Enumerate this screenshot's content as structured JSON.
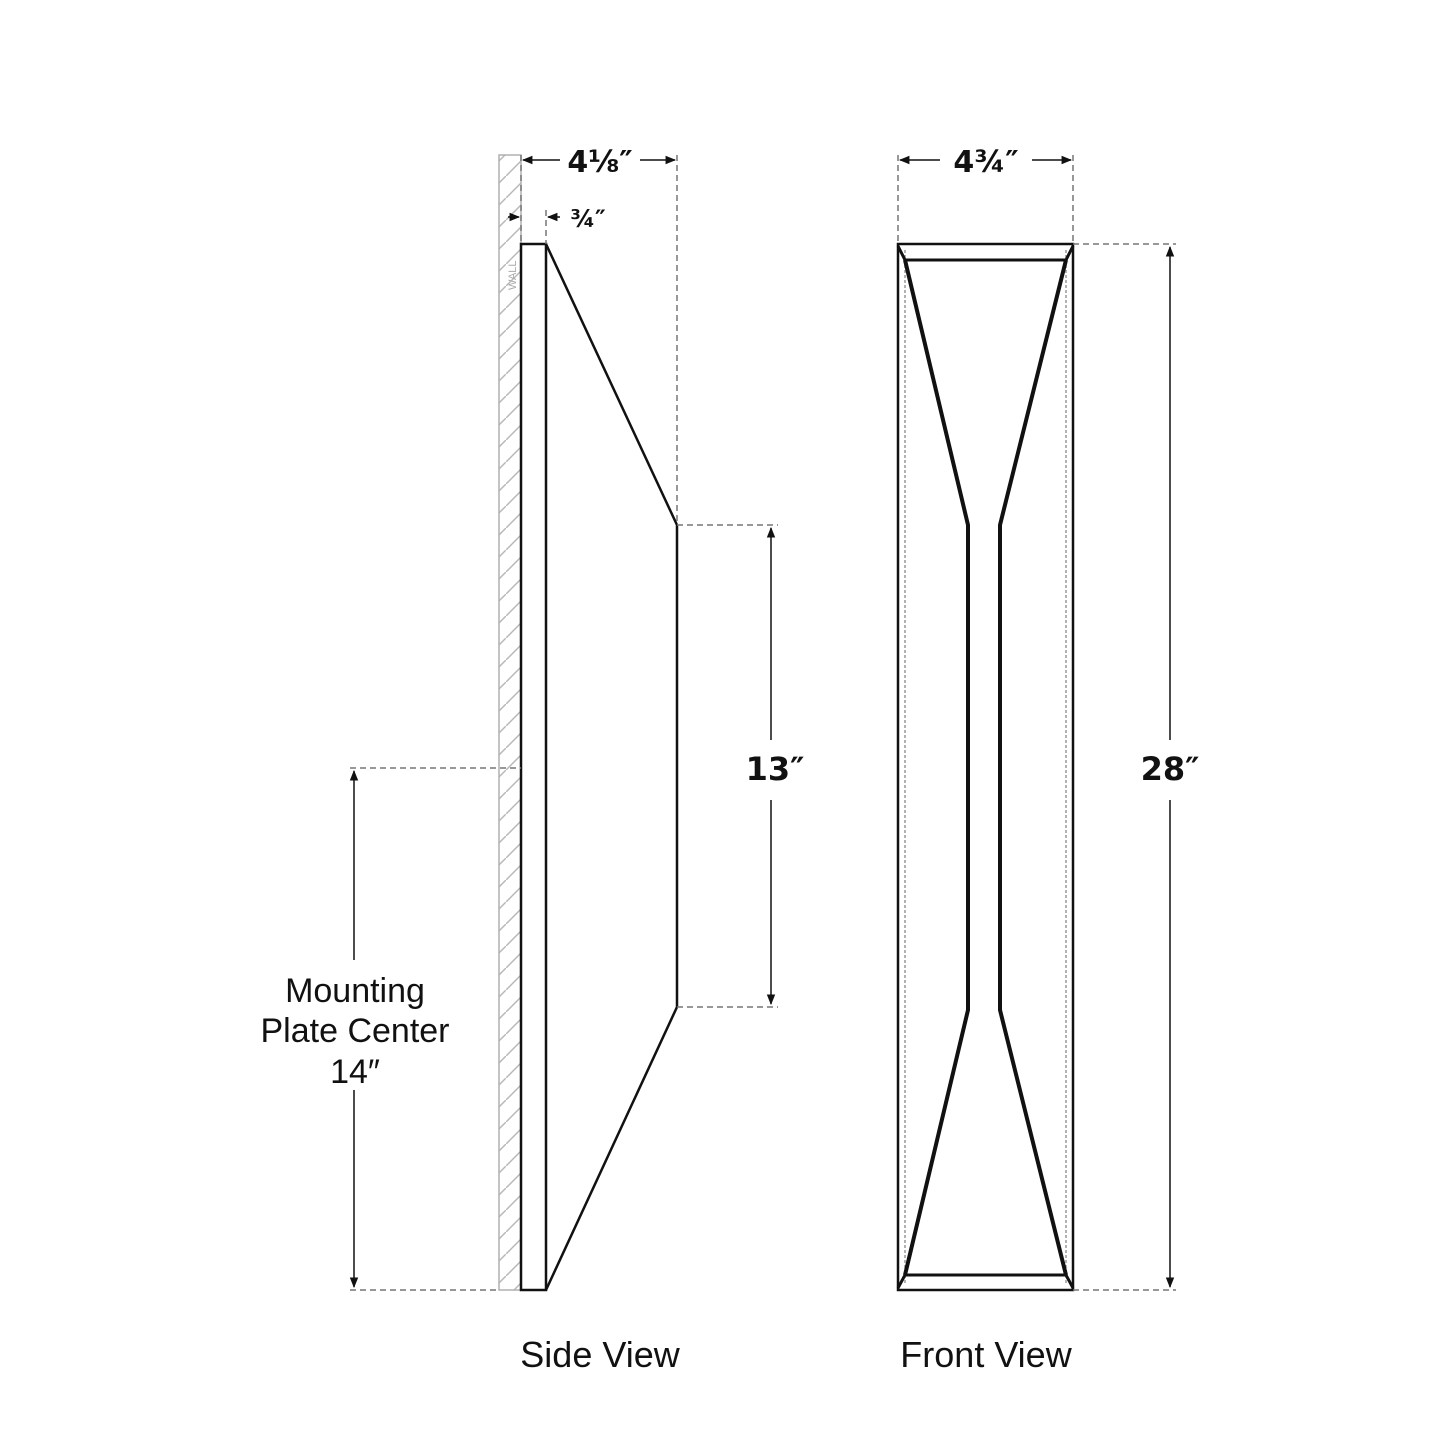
{
  "side_view": {
    "title": "Side View",
    "wall_label": "WALL",
    "overall_depth": "4⅛″",
    "plate_depth": "¾″",
    "shade_face_height": "13″",
    "mounting_label_line1": "Mounting",
    "mounting_label_line2": "Plate Center",
    "mounting_value": "14″"
  },
  "front_view": {
    "title": "Front View",
    "width": "4¾″",
    "height": "28″"
  },
  "colors": {
    "line": "#111111",
    "wall": "#b0b0b0",
    "dash": "#777777"
  }
}
